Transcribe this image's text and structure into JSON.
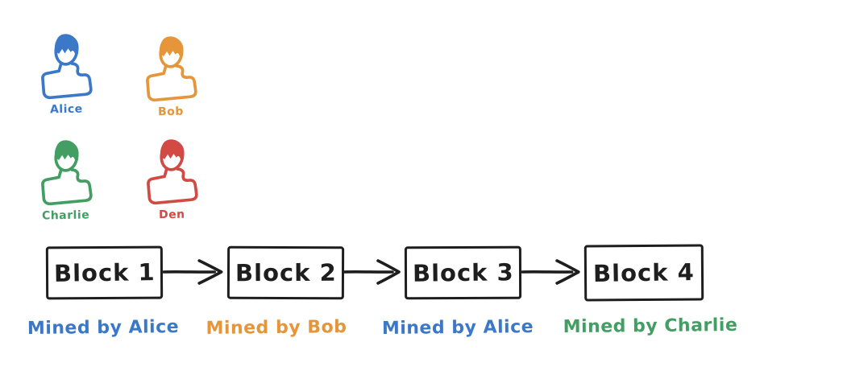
{
  "canvas": {
    "background": "#ffffff",
    "ink_color": "#1e1e1e"
  },
  "participants": [
    {
      "name": "Alice",
      "color": "#3b78c8"
    },
    {
      "name": "Bob",
      "color": "#e5953a"
    },
    {
      "name": "Charlie",
      "color": "#429e62"
    },
    {
      "name": "Den",
      "color": "#d24a43"
    }
  ],
  "blockchain": {
    "blocks": [
      {
        "label": "Block 1",
        "miner_label": "Mined by Alice",
        "miner_color": "#3b78c8"
      },
      {
        "label": "Block 2",
        "miner_label": "Mined by Bob",
        "miner_color": "#e5953a"
      },
      {
        "label": "Block 3",
        "miner_label": "Mined by Alice",
        "miner_color": "#3b78c8"
      },
      {
        "label": "Block 4",
        "miner_label": "Mined by Charlie",
        "miner_color": "#429e62"
      }
    ]
  }
}
